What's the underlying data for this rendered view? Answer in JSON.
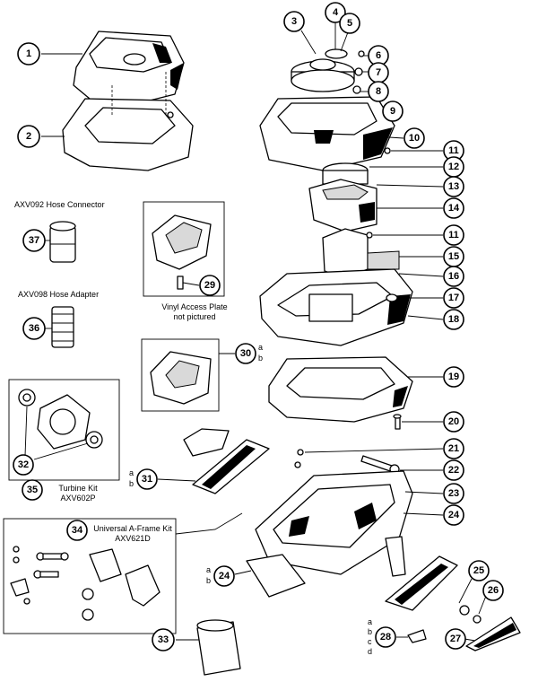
{
  "labels": {
    "hose_connector": "AXV092 Hose Connector",
    "hose_adapter": "AXV098 Hose Adapter",
    "vinyl_line1": "Vinyl Access Plate",
    "vinyl_line2": "not pictured",
    "turbine_line1": "Turbine Kit",
    "turbine_line2": "AXV602P",
    "aframe_line1": "Universal A-Frame Kit",
    "aframe_line2": "AXV621D"
  },
  "variant_letters": {
    "p30": [
      "a",
      "b"
    ],
    "p31": [
      "a",
      "b"
    ],
    "p24b": [
      "a",
      "b"
    ],
    "p28": [
      "a",
      "b",
      "c",
      "d"
    ]
  },
  "callouts": [
    "1",
    "2",
    "3",
    "4",
    "5",
    "6",
    "7",
    "8",
    "9",
    "10",
    "11",
    "12",
    "13",
    "14",
    "11",
    "15",
    "16",
    "17",
    "18",
    "19",
    "20",
    "21",
    "22",
    "23",
    "24",
    "24",
    "25",
    "26",
    "27",
    "28",
    "29",
    "30",
    "31",
    "32",
    "33",
    "34",
    "35",
    "36",
    "37"
  ]
}
